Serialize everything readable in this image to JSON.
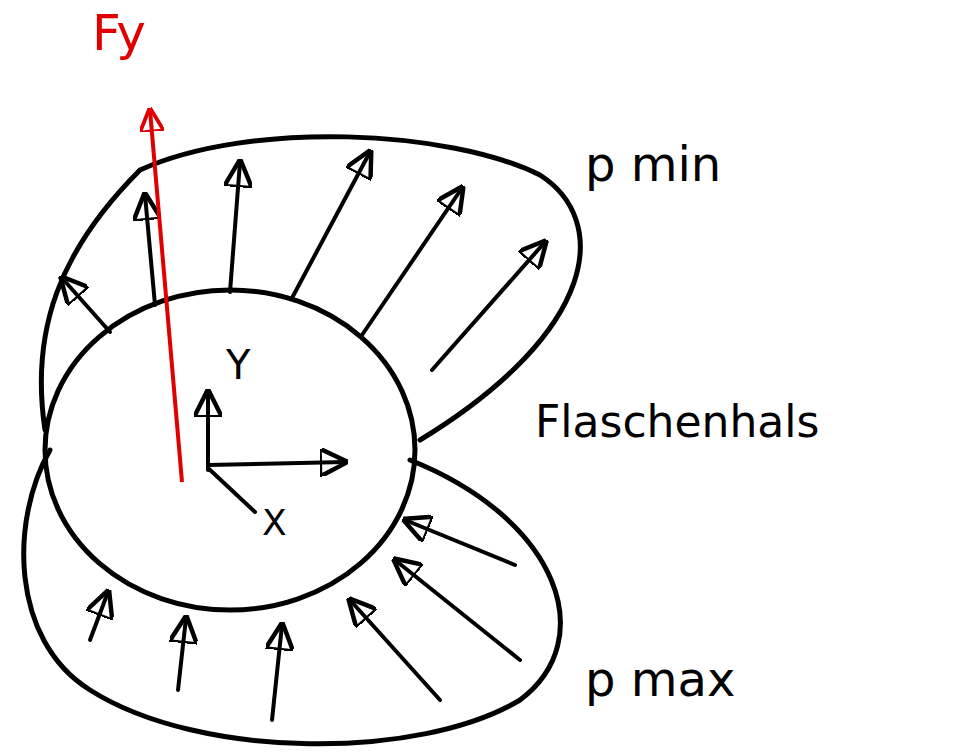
{
  "diagram": {
    "labels": [
      "Fy",
      "p min",
      "Flaschenhals",
      "p max",
      "Y",
      "X"
    ]
  }
}
